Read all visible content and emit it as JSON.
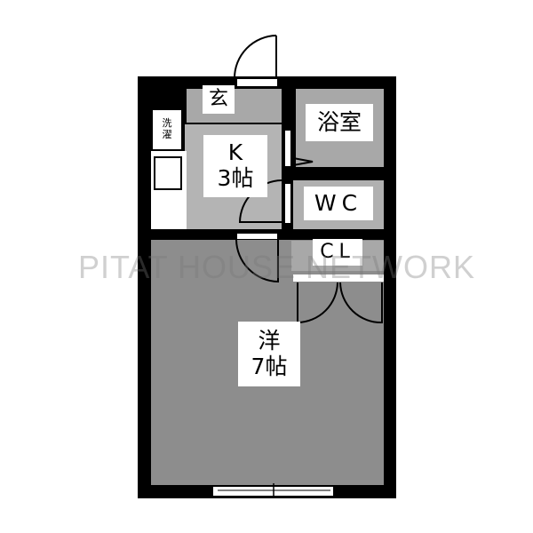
{
  "rooms": {
    "entrance": "玄",
    "laundry": "洗濯",
    "kitchen": {
      "name": "K",
      "size": "3帖"
    },
    "bath": "浴室",
    "toilet": "WC",
    "closet": "CL",
    "western": {
      "name": "洋",
      "size": "7帖"
    }
  },
  "watermark": "PITAT HOUSE NETWORK"
}
